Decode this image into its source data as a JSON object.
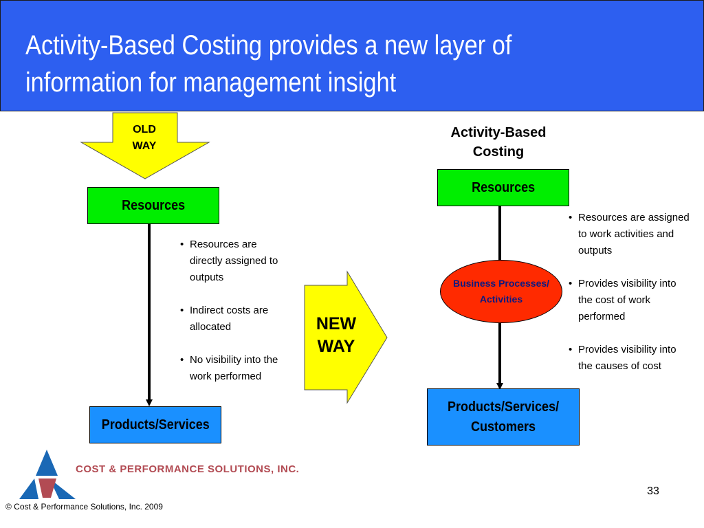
{
  "title": {
    "line1": "Activity-Based Costing provides a new layer of",
    "line2": "information for management insight"
  },
  "old_way": {
    "arrow_label_line1": "OLD",
    "arrow_label_line2": "WAY",
    "resources_label": "Resources",
    "products_label": "Products/Services",
    "bullets": [
      "Resources are directly assigned to outputs",
      "Indirect costs are allocated",
      "No visibility into the work performed"
    ]
  },
  "new_way": {
    "arrow_label_line1": "NEW",
    "arrow_label_line2": "WAY"
  },
  "abc": {
    "heading_line1": "Activity-Based",
    "heading_line2": "Costing",
    "resources_label": "Resources",
    "processes_line1": "Business Processes/",
    "processes_line2": "Activities",
    "products_line1": "Products/Services/",
    "products_line2": "Customers",
    "bullets": [
      "Resources are assigned to work activities and outputs",
      "Provides visibility into the cost of work performed",
      "Provides visibility into the causes of cost"
    ]
  },
  "footer": {
    "logo_text": "COST & PERFORMANCE SOLUTIONS, INC.",
    "copyright": "© Cost & Performance Solutions, Inc. 2009",
    "page_number": "33"
  },
  "colors": {
    "title_background": "#2d5ff0",
    "arrow_yellow": "#ffff00",
    "resources_green": "#00ee00",
    "products_blue": "#1a90ff",
    "process_red": "#ff2a00",
    "process_text": "#0d1a80",
    "logo_red": "#b24b53",
    "logo_blue": "#1a68b5"
  }
}
